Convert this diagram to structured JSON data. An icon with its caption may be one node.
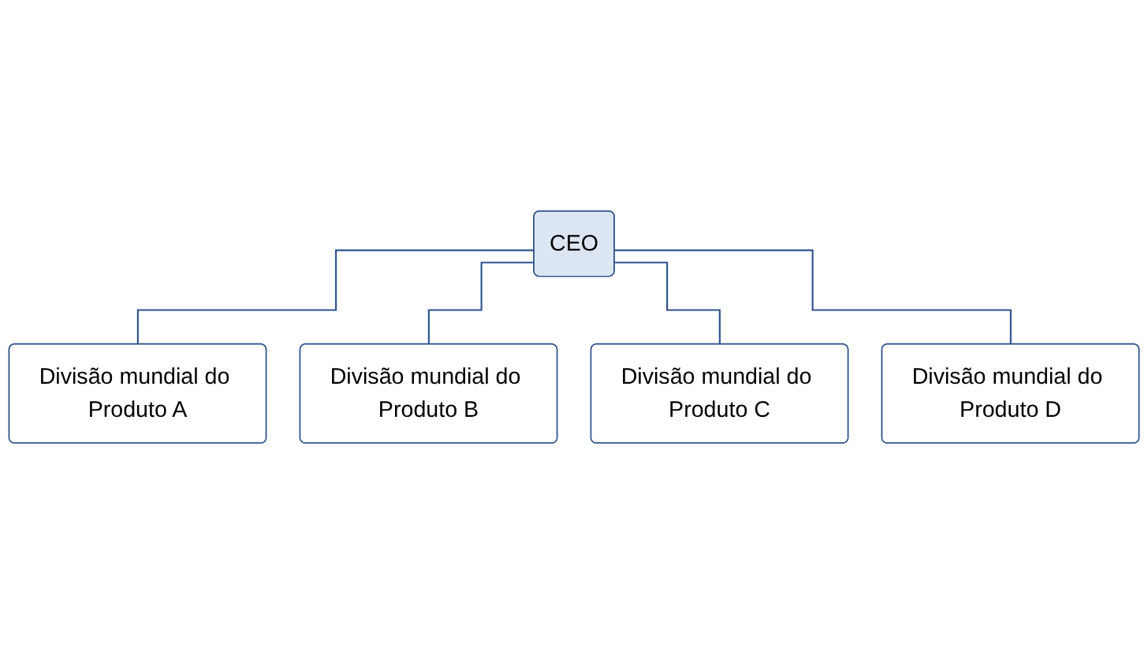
{
  "diagram": {
    "nodes": [
      {
        "text": [
          "CEO"
        ]
      },
      {
        "text": [
          "Divisão mundial do Produto A"
        ]
      },
      {
        "text": [
          "Divisão mundial do Produto B"
        ]
      },
      {
        "text": [
          "Divisão mundial do Produto C"
        ]
      },
      {
        "text": [
          "Divisão mundial do Produto D"
        ]
      }
    ],
    "edges": [
      {
        "from": 0,
        "to": 1,
        "arrow": "none"
      },
      {
        "from": 0,
        "to": 2,
        "arrow": "none"
      },
      {
        "from": 0,
        "to": 3,
        "arrow": "none"
      },
      {
        "from": 0,
        "to": 4,
        "arrow": "none"
      }
    ]
  }
}
